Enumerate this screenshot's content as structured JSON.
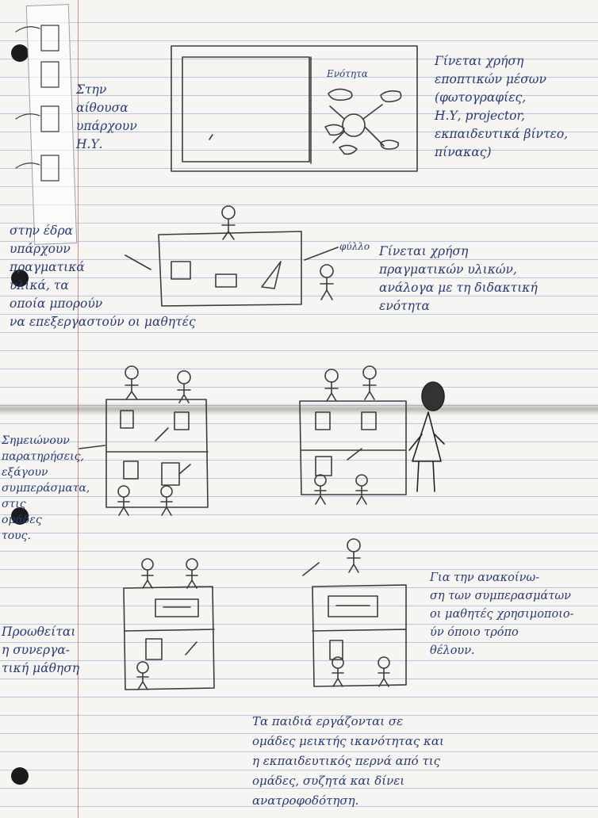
{
  "colors": {
    "ink": "#283a78",
    "pencil": "#3c3c3c",
    "paper": "#f6f5f1",
    "rule": "#b9c6df",
    "margin": "#c88a8a"
  },
  "notes": {
    "classroom_left": "Στην\nαίθουσα\nυπάρχουν\nΗ.Υ.",
    "media_usage": "Γίνεται χρήση\nεποπτικών μέσων\n(φωτογραφίες,\nΗ.Υ, projector,\nεκπαιδευτικά βίντεο,\nπίνακας)",
    "desk_left": "στην έδρα\nυπάρχουν\nπραγματικά\nυλικά, τα\nοποία μπορούν\nνα επεξεργαστούν οι μαθητές",
    "real_materials": "Γίνεται χρήση\nπραγματικών υλικών,\nανάλογα με τη διδακτική\nενότητα",
    "observations_left": "Σημειώνουν\nπαρατηρήσεις,\nεξάγουν\nσυμπεράσματα,\nστις\nομάδες\nτους.",
    "results_right": "Για την ανακοίνω-\nση των συμπερασμάτων\nοι μαθητές χρησιμοποιο-\nύν όποιο τρόπο\nθέλουν.",
    "cooperation_left": "Προωθείται\nη συνεργα-\nτική μάθηση",
    "bottom_note": "Τα παιδιά εργάζονται σε\nομάδες μεικτής ικανότητας και\nη εκπαιδευτικός περνά από τις\nομάδες, συζητά και δίνει\nανατροφοδότηση."
  },
  "labels": {
    "screen_label": "Ενότητα",
    "leaf_label": "φύλλο"
  },
  "icons": [
    "hole-punch-icon",
    "tape-strip",
    "projection-board",
    "teacher-desk",
    "student-stick-figure",
    "teacher-with-long-hair"
  ]
}
